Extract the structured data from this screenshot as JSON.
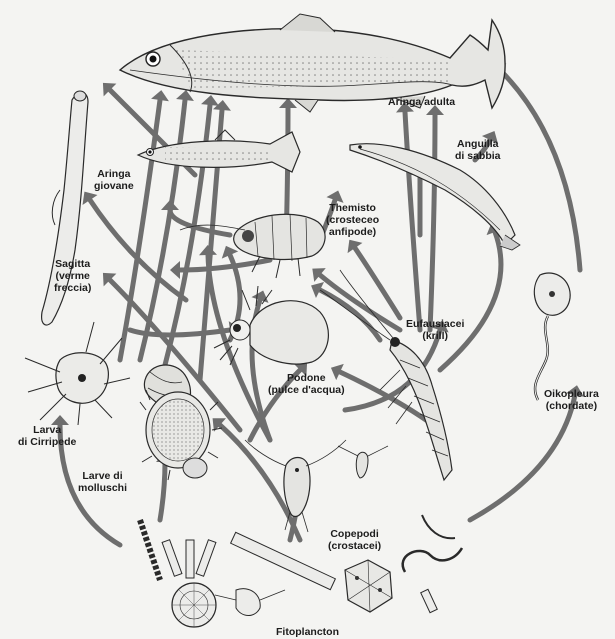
{
  "diagram": {
    "labels": {
      "adult_herring": "Aringa adulta",
      "sand_eel": [
        "Anguilla",
        "di sabbia"
      ],
      "young_herring": [
        "Aringa",
        "giovane"
      ],
      "themisto": [
        "Themisto",
        "(crosteceo",
        "anfipode)"
      ],
      "sagitta": [
        "Sagitta",
        "(verme",
        "freccia)"
      ],
      "euphausiids": [
        "Eufausiacei",
        "(krill)"
      ],
      "podon": [
        "Podone",
        "(pulce d'acqua)"
      ],
      "oikopleura": [
        "Oikopleura",
        "(chordate)"
      ],
      "barnacle_larva": [
        "Larva",
        "di Cirripede"
      ],
      "mollusc_larvae": [
        "Larve di",
        "molluschi"
      ],
      "copepods": [
        "Copepodi",
        "(crostacei)"
      ],
      "phytoplankton": "Fitoplancton"
    },
    "colors": {
      "arrow_fill": "#6e6e6e",
      "ink": "#2a2a2a",
      "paper": "#f4f4f2"
    }
  }
}
